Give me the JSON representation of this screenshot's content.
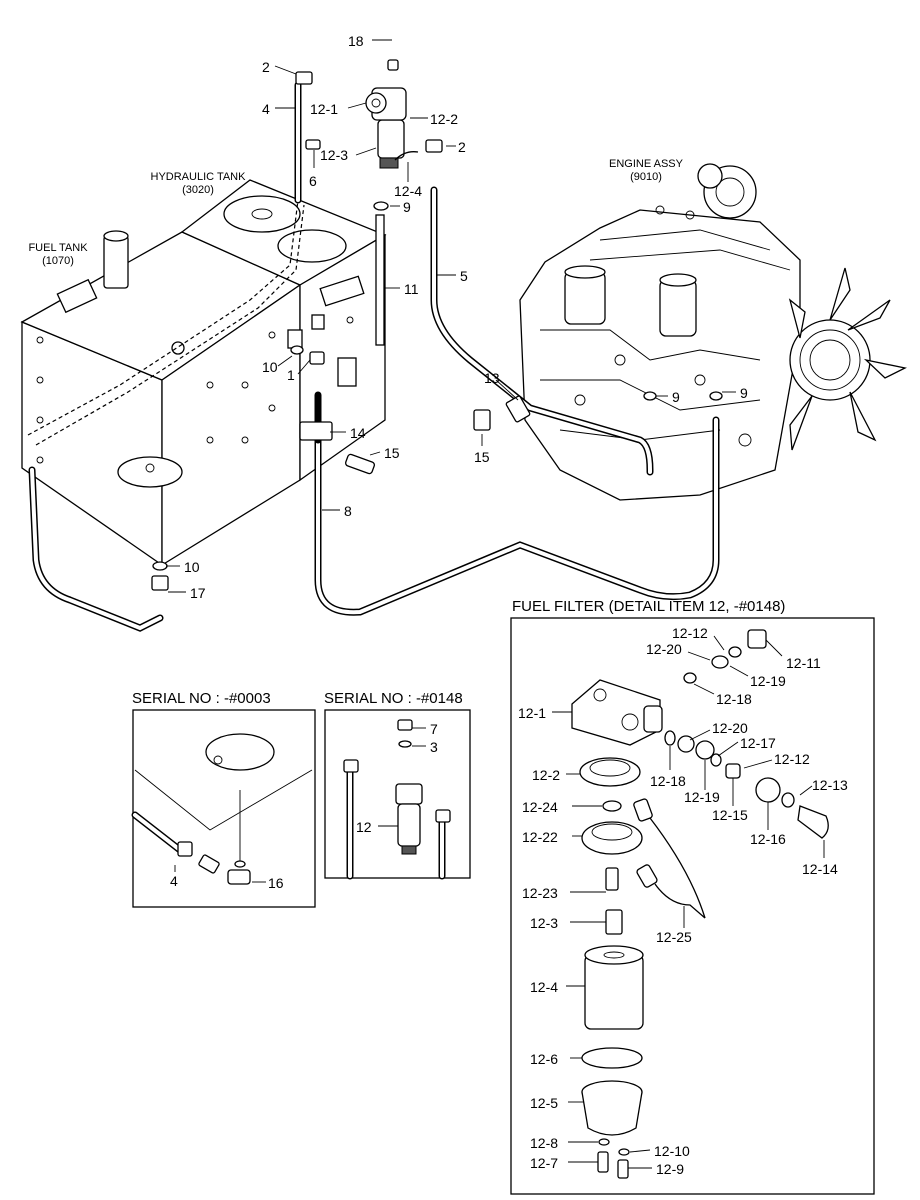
{
  "captions": {
    "hydraulic_tank": "HYDRAULIC TANK",
    "hydraulic_tank_code": "(3020)",
    "fuel_tank": "FUEL TANK",
    "fuel_tank_code": "(1070)",
    "engine_assy": "ENGINE ASSY",
    "engine_assy_code": "(9010)"
  },
  "panels": {
    "serial_0003": "SERIAL NO : -#0003",
    "serial_0148": "SERIAL NO : -#0148",
    "fuel_filter_detail": "FUEL FILTER (DETAIL ITEM 12, -#0148)"
  },
  "main_labels": {
    "p18": "18",
    "p2a": "2",
    "p4": "4",
    "p12_1": "12-1",
    "p12_2": "12-2",
    "p12_3": "12-3",
    "p2b": "2",
    "p6": "6",
    "p12_4": "12-4",
    "p9a": "9",
    "p11": "11",
    "p5": "5",
    "p10a": "10",
    "p1": "1",
    "p13": "13",
    "p9b": "9",
    "p9c": "9",
    "p14": "14",
    "p15a": "15",
    "p15b": "15",
    "p8": "8",
    "p10b": "10",
    "p17": "17"
  },
  "inset_a_labels": {
    "p4": "4",
    "p16": "16"
  },
  "inset_b_labels": {
    "p7": "7",
    "p3": "3",
    "p12": "12"
  },
  "detail_labels": {
    "d12_12a": "12-12",
    "d12_20a": "12-20",
    "d12_11": "12-11",
    "d12_19a": "12-19",
    "d12_18a": "12-18",
    "d12_1": "12-1",
    "d12_20b": "12-20",
    "d12_17": "12-17",
    "d12_12b": "12-12",
    "d12_2": "12-2",
    "d12_18b": "12-18",
    "d12_19b": "12-19",
    "d12_13": "12-13",
    "d12_15": "12-15",
    "d12_16": "12-16",
    "d12_24": "12-24",
    "d12_22": "12-22",
    "d12_14": "12-14",
    "d12_23": "12-23",
    "d12_3": "12-3",
    "d12_25": "12-25",
    "d12_4": "12-4",
    "d12_6": "12-6",
    "d12_5": "12-5",
    "d12_8": "12-8",
    "d12_10": "12-10",
    "d12_7": "12-7",
    "d12_9": "12-9"
  }
}
